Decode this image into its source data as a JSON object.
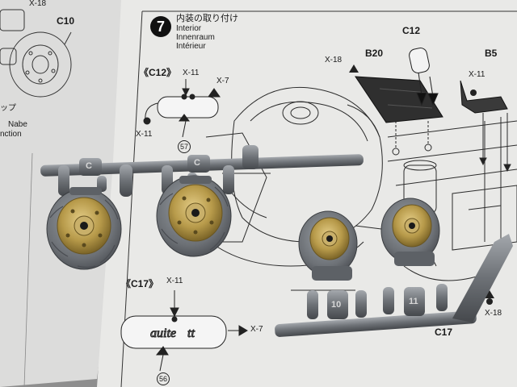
{
  "photo": {
    "description": "",
    "instruction": {
      "step_number": "7",
      "title_jp": "内装の取り付け",
      "title_en": "Interior",
      "title_de": "Innenraum",
      "title_fr": "Intérieur",
      "left_fragments": {
        "x18": "X-18",
        "c10": "C10",
        "jp_fragment": "ップ",
        "nabe": "Nabe",
        "nction": "nction"
      },
      "c12_block": {
        "heading": "《C12》",
        "x11": "X-11",
        "x7": "X-7",
        "x11b": "X-11",
        "ref": "57"
      },
      "c17_block": {
        "heading": "《C17》",
        "x11": "X-11",
        "x7": "X-7",
        "ref": "56"
      },
      "right_labels": {
        "b20": "B20",
        "c12": "C12",
        "b5": "B5",
        "x18a": "X-18",
        "x11": "X-11",
        "x18b": "X-18",
        "c17": "C17"
      }
    },
    "sprue_tags": {
      "left_a": "C",
      "left_b": "C",
      "right_a": "10",
      "right_b": "11"
    },
    "colors": {
      "paper": "#e9e9e7",
      "plastic": "#6d7176",
      "brass": "#b79a4a",
      "ink": "#1a1a1a"
    }
  }
}
